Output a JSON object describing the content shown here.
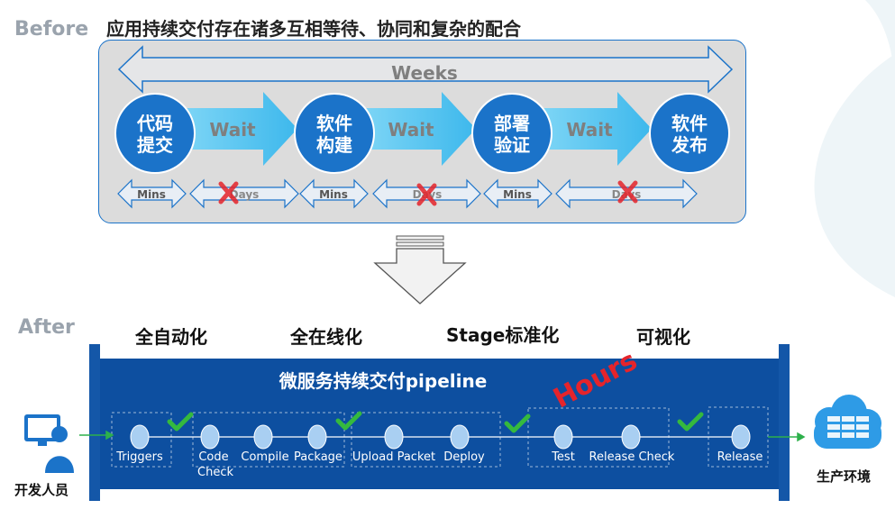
{
  "before": {
    "label": "Before",
    "title": "应用持续交付存在诸多互相等待、协同和复杂的配合",
    "weeks_label": "Weeks",
    "steps": [
      {
        "line1": "代码",
        "line2": "提交"
      },
      {
        "line1": "软件",
        "line2": "构建"
      },
      {
        "line1": "部署",
        "line2": "验证"
      },
      {
        "line1": "软件",
        "line2": "发布"
      }
    ],
    "wait_label": "Wait",
    "mins_label": "Mins",
    "days_label": "Days"
  },
  "after": {
    "label": "After",
    "headers": [
      "全自动化",
      "全在线化",
      "Stage标准化",
      "可视化"
    ],
    "pipeline_title": "微服务持续交付pipeline",
    "hours_label": "Hours",
    "stages": [
      {
        "label": "Triggers"
      },
      {
        "label_line1": "Code",
        "label_line2": "Check"
      },
      {
        "label": "Compile"
      },
      {
        "label": "Package"
      },
      {
        "label": "Upload Packet"
      },
      {
        "label": "Deploy"
      },
      {
        "label": "Test"
      },
      {
        "label": "Release Check"
      },
      {
        "label": "Release"
      }
    ],
    "developer_label": "开发人员",
    "production_label": "生产环境"
  },
  "colors": {
    "accent_blue": "#1b73c9",
    "pipeline_bg": "#0d4fa0",
    "wait_arrow": "#59c4f0",
    "check_green": "#35b93e",
    "hours_red": "#e5242b",
    "panel_gray": "#dcdcdc"
  }
}
